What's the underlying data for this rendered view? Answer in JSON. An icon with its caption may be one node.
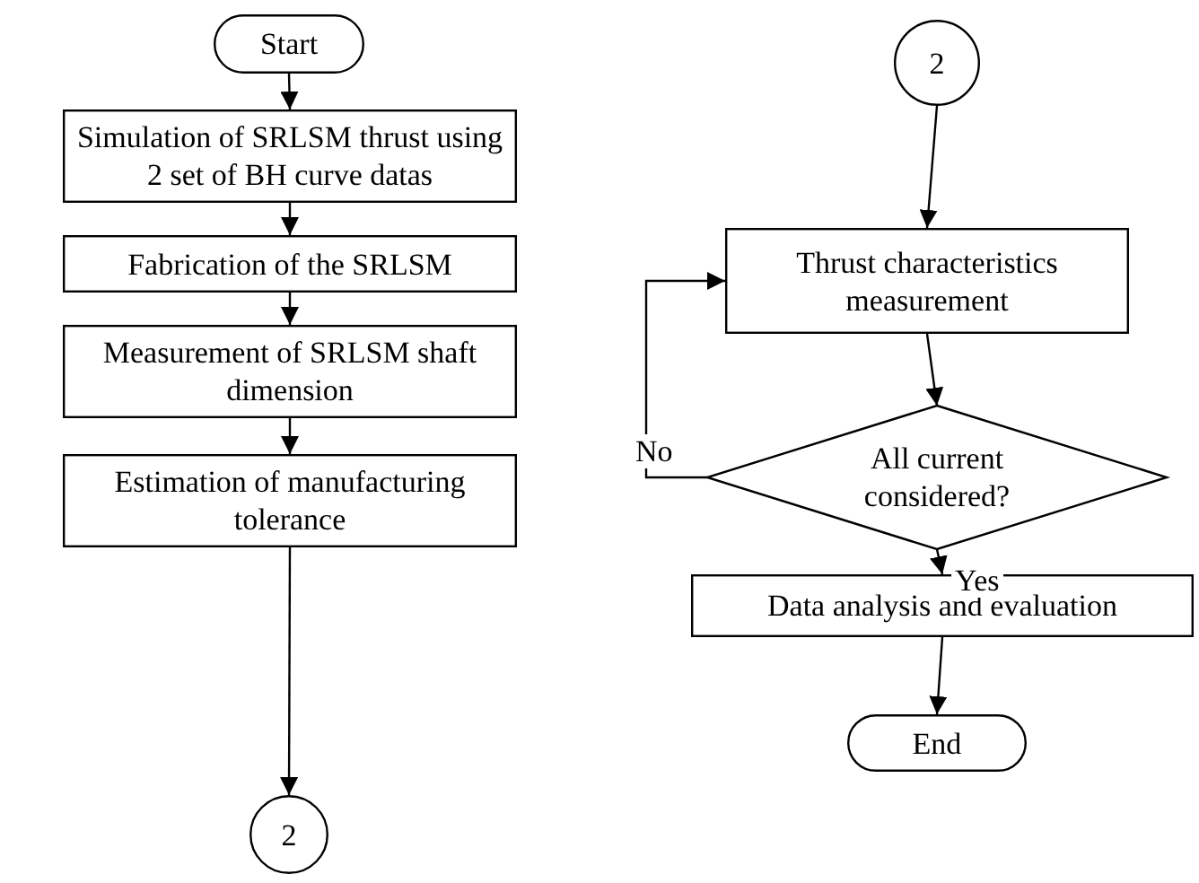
{
  "diagram": {
    "nodes": [
      {
        "text": [
          "Start"
        ]
      },
      {
        "text": [
          "Simulation of SRLSM thrust using 2 set of BH curve datas"
        ]
      },
      {
        "text": [
          "Fabrication of the SRLSM"
        ]
      },
      {
        "text": [
          "Measurement of SRLSM shaft dimension"
        ]
      },
      {
        "text": [
          "Estimation of manufacturing tolerance"
        ]
      },
      {
        "text": [
          "2"
        ]
      },
      {
        "text": [
          "2"
        ]
      },
      {
        "text": [
          "Thrust characteristics measurement"
        ]
      },
      {
        "text": [
          "All current considered?"
        ]
      },
      {
        "text": [
          "Data analysis and evaluation"
        ]
      },
      {
        "text": [
          "End"
        ]
      }
    ],
    "edges": [
      {
        "from": 0,
        "to": 1,
        "arrow": "to"
      },
      {
        "from": 1,
        "to": 2,
        "arrow": "to"
      },
      {
        "from": 2,
        "to": 3,
        "arrow": "to"
      },
      {
        "from": 3,
        "to": 4,
        "arrow": "to"
      },
      {
        "from": 4,
        "to": 5,
        "arrow": "to"
      },
      {
        "from": 6,
        "to": 7,
        "arrow": "to"
      },
      {
        "from": 7,
        "to": 8,
        "arrow": "to"
      },
      {
        "from": 8,
        "to": 9,
        "label": "Yes",
        "arrow": "to"
      },
      {
        "from": 8,
        "to": 7,
        "label": "No",
        "arrow": "to"
      },
      {
        "from": 9,
        "to": 10,
        "arrow": "to"
      }
    ]
  }
}
